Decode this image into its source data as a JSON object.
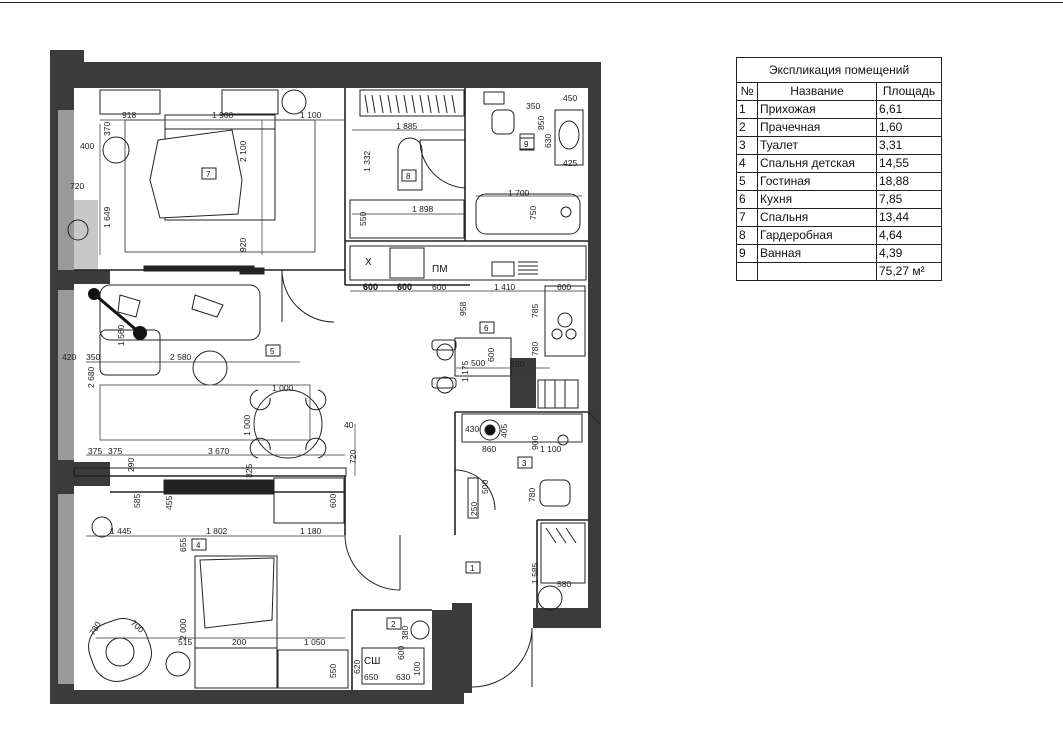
{
  "explication": {
    "title": "Экспликация помещений",
    "headers": [
      "№",
      "Название",
      "Площадь"
    ],
    "rows": [
      {
        "num": "1",
        "name": "Прихожая",
        "area": "6,61"
      },
      {
        "num": "2",
        "name": "Прачечная",
        "area": "1,60"
      },
      {
        "num": "3",
        "name": "Туалет",
        "area": "3,31"
      },
      {
        "num": "4",
        "name": "Спальня детская",
        "area": "14,55"
      },
      {
        "num": "5",
        "name": "Гостиная",
        "area": "18,88"
      },
      {
        "num": "6",
        "name": "Кухня",
        "area": "7,85"
      },
      {
        "num": "7",
        "name": "Спальня",
        "area": "13,44"
      },
      {
        "num": "8",
        "name": "Гардеробная",
        "area": "4,64"
      },
      {
        "num": "9",
        "name": "Ванная",
        "area": "4,39"
      }
    ],
    "total": "75,27 м²"
  },
  "plan": {
    "room_tags": [
      "7",
      "8",
      "9",
      "6",
      "5",
      "4",
      "3",
      "1",
      "2"
    ],
    "fixture_labels": {
      "x": "Х",
      "pm": "ПМ",
      "sh": "СШ"
    },
    "dims": {
      "d918": "918",
      "d1900": "1 900",
      "d1100a": "1 100",
      "d370": "370",
      "d400": "400",
      "d2100": "2 100",
      "d720a": "720",
      "d1649": "1 649",
      "d920": "920",
      "d1885": "1 885",
      "d1332": "1 332",
      "d1898": "1 898",
      "d550a": "550",
      "d350a": "350",
      "d450": "450",
      "d850": "850",
      "d630a": "630",
      "d425": "425",
      "d1700": "1 700",
      "d750": "750",
      "d600a": "600",
      "d600b": "600",
      "d600c": "600",
      "d1410": "1 410",
      "d600d": "600",
      "d958": "958",
      "d785": "785",
      "d500a": "500",
      "d600e": "600",
      "d990": "990",
      "d780a": "780",
      "d1175": "1 175",
      "d1560": "1 560",
      "d420": "420",
      "d350b": "350",
      "d2580": "2 580",
      "d2680": "2 680",
      "d1000a": "1 000",
      "d1000b": "1 000",
      "d40": "40",
      "d720b": "720",
      "d375a": "375",
      "d375b": "375",
      "d3670": "3 670",
      "d290": "290",
      "d325": "325",
      "d430": "430",
      "d405": "405",
      "d900": "900",
      "d860": "860",
      "d1100b": "1 100",
      "d500b": "500",
      "d250": "250",
      "d780b": "780",
      "d585": "585",
      "d455": "455",
      "d600f": "600",
      "d1445": "1 445",
      "d1802": "1 802",
      "d1180": "1 180",
      "d655": "655",
      "d1585": "1 585",
      "d580": "580",
      "d780c": "780",
      "d700": "700",
      "d2000": "2 000",
      "d515": "515",
      "d200": "200",
      "d1050": "1 050",
      "d550b": "550",
      "d380": "380",
      "d620": "620",
      "d650": "650",
      "d600g": "600",
      "d630b": "630",
      "d100": "100"
    }
  }
}
